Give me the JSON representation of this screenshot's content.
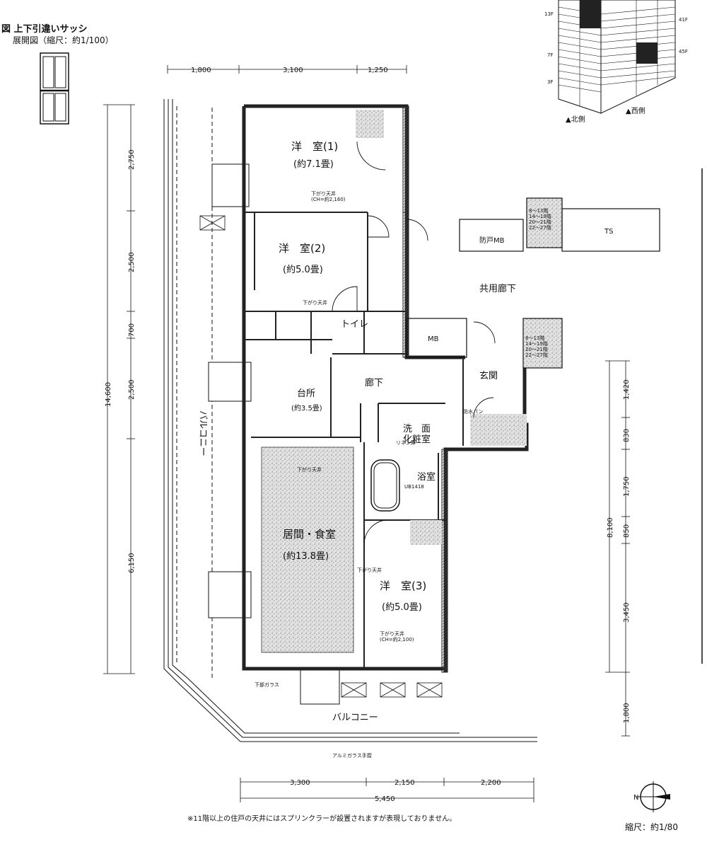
{
  "header": {
    "sash_title": "図 上下引違いサッシ",
    "sash_subtitle": "展開図（縮尺：約1/100）"
  },
  "building_key": {
    "floor_labels": [
      "13F",
      "7F",
      "3F",
      "41F",
      "45F"
    ],
    "directions": [
      "▲北側",
      "▲西側"
    ]
  },
  "rooms": {
    "western_1": {
      "name": "洋　室(1)",
      "area": "(約7.1畳)"
    },
    "western_2": {
      "name": "洋　室(2)",
      "area": "(約5.0畳)"
    },
    "western_3": {
      "name": "洋　室(3)",
      "area": "(約5.0畳)"
    },
    "ldk": {
      "name": "居間・食室",
      "area": "(約13.8畳)"
    },
    "kitchen": {
      "name": "台所",
      "area": "(約3.5畳)"
    },
    "toilet": {
      "name": "トイレ"
    },
    "hall": {
      "name": "廊下"
    },
    "entrance": {
      "name": "玄関"
    },
    "wash": {
      "name": "洗　面\n化粧室"
    },
    "bath": {
      "name": "浴室",
      "unit": "UB1418"
    },
    "balcony_side": {
      "name": "バルコニー"
    },
    "balcony_bottom": {
      "name": "バルコニー"
    },
    "common_corridor": {
      "name": "共用廊下"
    },
    "mb1": {
      "name": "MB"
    },
    "mb2": {
      "name": "防戸MB"
    },
    "ts": {
      "name": "TS"
    }
  },
  "ceiling_notes": {
    "c1": "下がり天井\n(CH=約2,160)",
    "c2": "下がり天井",
    "c3": "下がり天井",
    "c4": "下がり天井\n(CH=約2,100)",
    "c5": "下がり天井"
  },
  "dimensions": {
    "top": [
      "1,800",
      "3,100",
      "1,250"
    ],
    "left_total": "14,600",
    "left": [
      "2,750",
      "2,500",
      "700",
      "2,500",
      "6,150"
    ],
    "right_total": "8,100",
    "right": [
      "1,420",
      "830",
      "1,750",
      "850",
      "3,450",
      "1,800"
    ],
    "bottom": [
      "3,300",
      "2,150",
      "2,200"
    ],
    "bottom_total": "5,450"
  },
  "misc_labels": {
    "waterproof_pan": "防水パン",
    "storage": "リネン庫",
    "low_glass": "下部ガラス",
    "handrail": "アルミガラス手摺",
    "fire_table": "8〜13階\n14〜19階\n20〜21階\n22〜27階"
  },
  "footer": {
    "note": "※11階以上の住戸の天井にはスプリンクラーが設置されますが表現しておりません。",
    "scale": "縮尺：約1/80",
    "north_mark": "N"
  },
  "colors": {
    "ink": "#111111",
    "stipple": "#bbbbbb",
    "wall": "#222222"
  }
}
